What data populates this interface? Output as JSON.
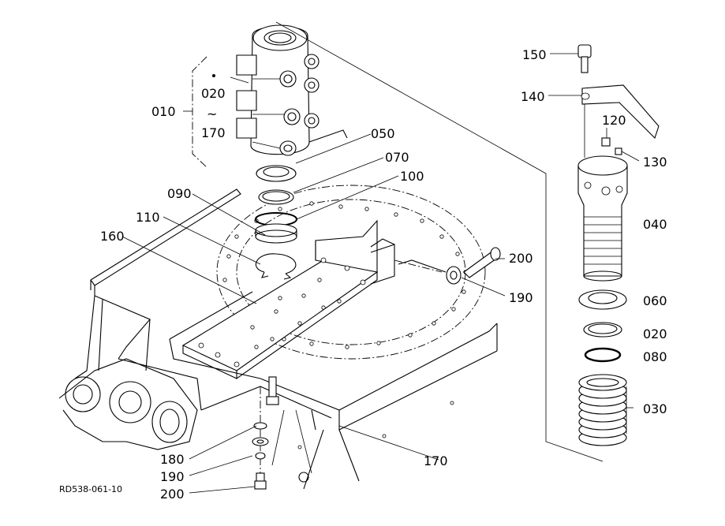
{
  "drawing_code": "RD538-061-10",
  "labels": {
    "l010": "010",
    "l020_top": "020",
    "tilde": "~",
    "l170_top": "170",
    "l050": "050",
    "l070": "070",
    "l100": "100",
    "l090": "090",
    "l110": "110",
    "l160": "160",
    "l200_right": "200",
    "l190_right": "190",
    "l170_bottom": "170",
    "l180": "180",
    "l190_bottom": "190",
    "l200_bottom": "200",
    "l150": "150",
    "l140": "140",
    "l120": "120",
    "l130": "130",
    "l040": "040",
    "l060": "060",
    "l020_right": "020",
    "l080": "080",
    "l030": "030"
  }
}
